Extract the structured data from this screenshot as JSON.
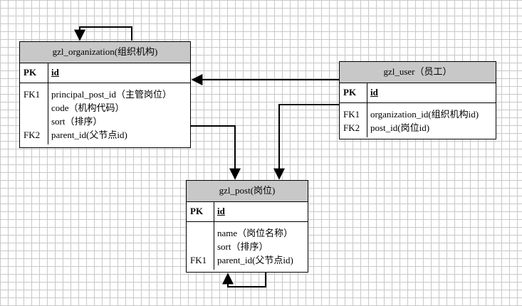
{
  "entities": {
    "organization": {
      "title": "gzl_organization(组织机构)",
      "pk_label": "PK",
      "pk_field": "id",
      "rows": [
        {
          "key": "FK1",
          "field": "principal_post_id（主管岗位）"
        },
        {
          "key": "",
          "field": "code（机构代码）"
        },
        {
          "key": "",
          "field": "sort（排序）"
        },
        {
          "key": "FK2",
          "field": "parent_id(父节点id)"
        }
      ]
    },
    "user": {
      "title": "gzl_user（员工）",
      "pk_label": "PK",
      "pk_field": "id",
      "rows": [
        {
          "key": "FK1",
          "field": "organization_id(组织机构id)"
        },
        {
          "key": "FK2",
          "field": "post_id(岗位id)"
        }
      ]
    },
    "post": {
      "title": "gzl_post(岗位)",
      "pk_label": "PK",
      "pk_field": "id",
      "rows": [
        {
          "key": "",
          "field": "name（岗位名称）"
        },
        {
          "key": "",
          "field": "sort（排序）"
        },
        {
          "key": "FK1",
          "field": "parent_id(父节点id)"
        }
      ]
    }
  },
  "colors": {
    "header_fill": "#c8c8c8",
    "grid": "#c8c8c8",
    "line": "#000000"
  }
}
